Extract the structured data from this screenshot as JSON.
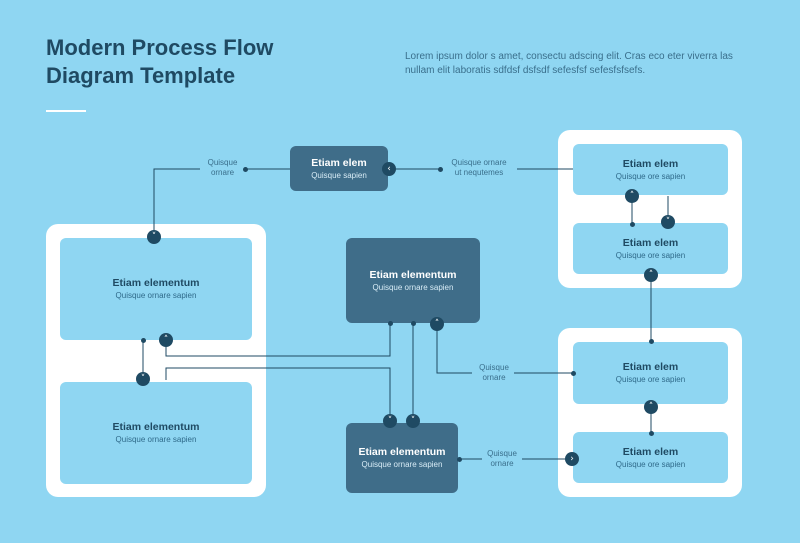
{
  "header": {
    "title_line1": "Modern Process Flow",
    "title_line2": "Diagram Template",
    "subtitle": "Lorem ipsum dolor s amet, consectu adscing elit. Cras eco eter viverra las nullam elit laboratis sdfdsf dsfsdf sefesfsf sefesfsfsefs."
  },
  "nodes": {
    "top_center": {
      "title": "Etiam elem",
      "subtitle": "Quisque sapien"
    },
    "left_upper": {
      "title": "Etiam elementum",
      "subtitle": "Quisque ornare sapien"
    },
    "left_lower": {
      "title": "Etiam elementum",
      "subtitle": "Quisque ornare sapien"
    },
    "center_upper": {
      "title": "Etiam elementum",
      "subtitle": "Quisque ornare sapien"
    },
    "center_lower": {
      "title": "Etiam elementum",
      "subtitle": "Quisque ornare sapien"
    },
    "right_1": {
      "title": "Etiam elem",
      "subtitle": "Quisque ore sapien"
    },
    "right_2": {
      "title": "Etiam elem",
      "subtitle": "Quisque ore sapien"
    },
    "right_3": {
      "title": "Etiam elem",
      "subtitle": "Quisque ore sapien"
    },
    "right_4": {
      "title": "Etiam elem",
      "subtitle": "Quisque ore sapien"
    }
  },
  "labels": {
    "top_left": [
      "Quisque",
      "ornare"
    ],
    "top_right": [
      "Quisque ornare",
      "ut nequtemes"
    ],
    "mid_right": [
      "Quisque",
      "ornare"
    ],
    "bottom_right": [
      "Quisque",
      "ornare"
    ]
  },
  "colors": {
    "background": "#8fd6f2",
    "panel": "#ffffff",
    "dark_box": "#3f6d89",
    "connector": "#1f4a63"
  },
  "icons": {
    "arrow_up": "chevron-up-icon",
    "arrow_down": "chevron-down-icon",
    "arrow_left": "chevron-left-icon",
    "arrow_right": "chevron-right-icon"
  }
}
